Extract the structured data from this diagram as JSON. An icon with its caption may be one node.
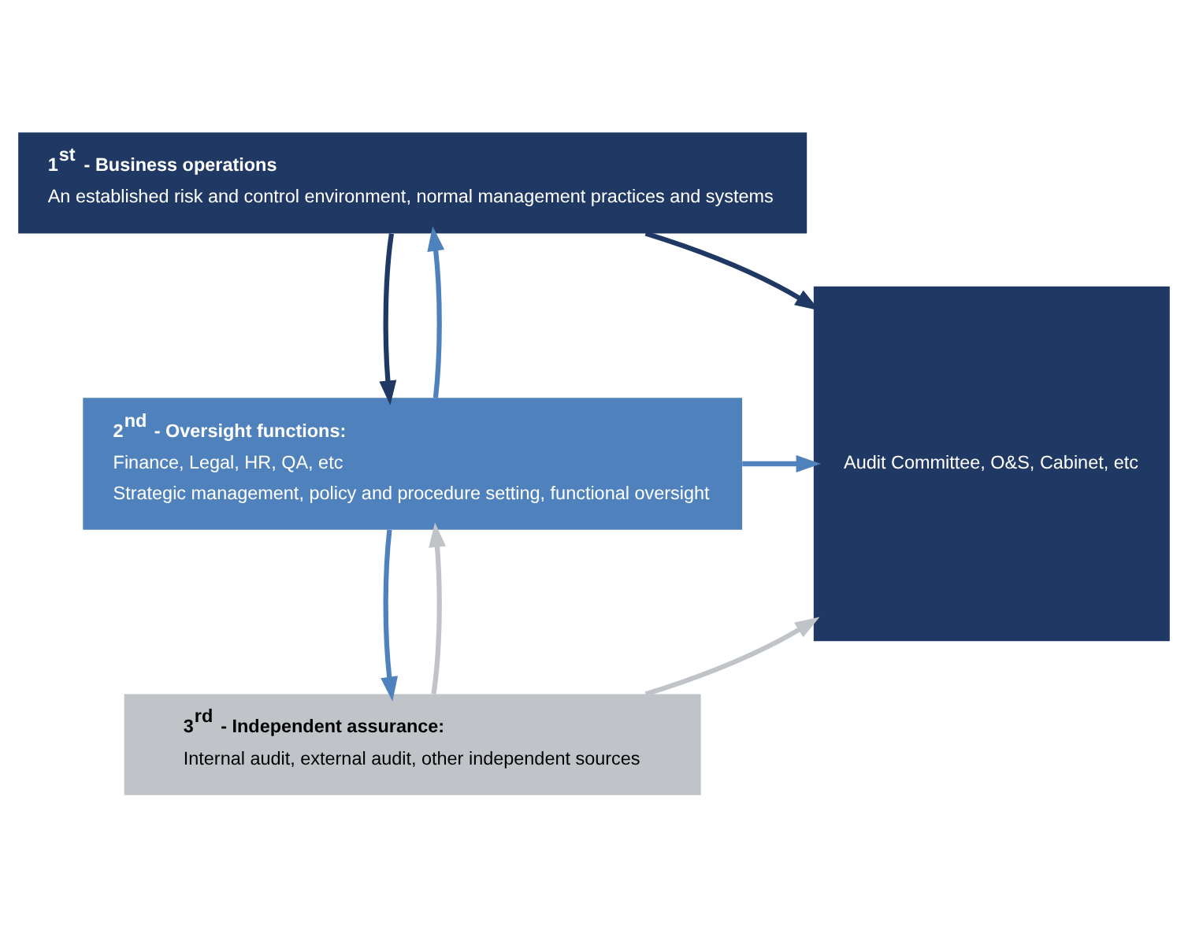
{
  "diagram": {
    "nodes": [
      {
        "text": [
          "1$^{st}$ - Business operations",
          "An established risk and control environment, normal management practices and systems"
        ]
      },
      {
        "text": [
          "2$^{nd}$ - Oversight functions:",
          "Finance, Legal, HR, QA, etc",
          "Strategic management, policy and procedure setting, functional oversight"
        ]
      },
      {
        "text": [
          "3$^{rd}$ - Independent assurance:",
          "Internal audit, external audit, other independent sources"
        ]
      },
      {
        "text": [
          "Audit Committee, O&S, Cabinet, etc"
        ]
      }
    ],
    "edges": [
      {
        "from": 0,
        "to": 1,
        "arrow": "to",
        "color": "#1f3864"
      },
      {
        "from": 1,
        "to": 0,
        "arrow": "to",
        "color": "#4f81bd"
      },
      {
        "from": 1,
        "to": 2,
        "arrow": "to",
        "color": "#4f81bd"
      },
      {
        "from": 2,
        "to": 1,
        "arrow": "to",
        "color": "#c0c4c8"
      },
      {
        "from": 0,
        "to": 3,
        "arrow": "to",
        "color": "#1f3864"
      },
      {
        "from": 1,
        "to": 3,
        "arrow": "to",
        "color": "#4f81bd"
      },
      {
        "from": 2,
        "to": 3,
        "arrow": "to",
        "color": "#c0c4c8"
      }
    ]
  }
}
